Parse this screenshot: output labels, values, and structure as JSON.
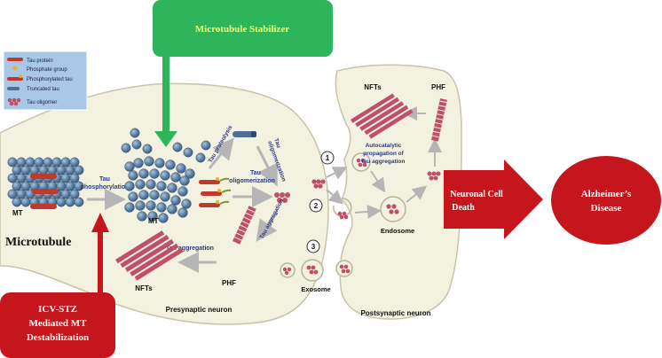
{
  "colors": {
    "neuron_fill": "#f3f1df",
    "neuron_stroke": "#c9c4a8",
    "legend_fill": "#a9c8e8",
    "green_box": "#2eb45a",
    "green_text": "#ffff66",
    "red": "#c4161c",
    "tubulin": "#5b7fa3",
    "tau_red": "#c0392b",
    "oligomer": "#c0506a",
    "arrow_grey": "#b5b5b5",
    "label_blue": "#2a3a8c"
  },
  "legend": {
    "items": [
      {
        "label": "Tau protein",
        "icon": "tau-protein-icon"
      },
      {
        "label": "Phosphate group",
        "icon": "phosphate-group-icon"
      },
      {
        "label": "Phosphorylated tau",
        "icon": "phosphorylated-tau-icon"
      },
      {
        "label": "Truncated tau",
        "icon": "truncated-tau-icon"
      },
      {
        "label": "Tau oligomer",
        "icon": "tau-oligomer-icon"
      }
    ]
  },
  "boxes": {
    "stabilizer": "Microtubule Stabilizer",
    "icv_line1": "ICV-STZ",
    "icv_line2": "Mediated MT",
    "icv_line3": "Destabilization",
    "death_line1": "Neuronal Cell",
    "death_line2": "Death",
    "ad_line1": "Alzheimer’s",
    "ad_line2": "Disease"
  },
  "labels": {
    "mt_left": "MT",
    "mt_mid": "MT",
    "microtubule": "Microtubule",
    "tau_phos_1": "Tau",
    "tau_phos_2": "phosphorylation",
    "tau_proteolysis": "Tau proteolysis",
    "tau_olig_rot_1": "Tau",
    "tau_olig_rot_2": "oligomerization",
    "tau_olig_1": "Tau",
    "tau_olig_2": "oligomerization",
    "tau_aggregation_rot": "Tau aggregation",
    "tau_aggregation": "Tau aggregation",
    "nfts_left": "NFTs",
    "phf_left": "PHF",
    "presynaptic": "Presynaptic neuron",
    "postsynaptic": "Postsynaptic neuron",
    "exosome": "Exosome",
    "endosome": "Endosome",
    "nfts_right": "NFTs",
    "phf_right": "PHF",
    "autocat_1": "Autocatalytic",
    "autocat_2": "propagation of",
    "autocat_3": "tau aggregation",
    "step1": "1",
    "step2": "2",
    "step3": "3"
  }
}
